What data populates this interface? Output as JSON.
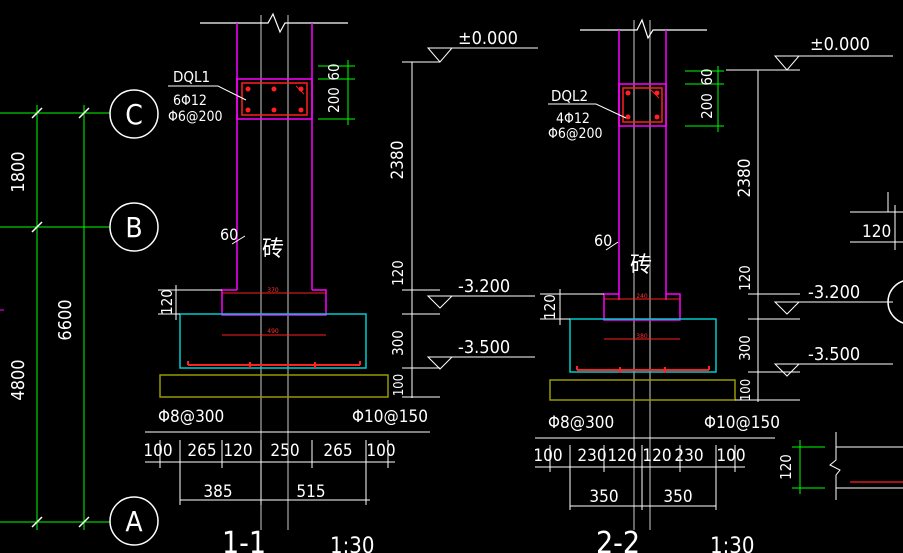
{
  "colors": {
    "background": "#000000",
    "wall": "#ff00ff",
    "foundation": "#00cccc",
    "bedding": "#999900",
    "dimension": "#00ff00",
    "rebar": "#ff2020",
    "text": "#ffffff"
  },
  "axes": {
    "a": "A",
    "b": "B",
    "c": "C"
  },
  "left_dims": {
    "ab": "4800",
    "bc": "1800",
    "total": "6600"
  },
  "section1": {
    "beam_label": "DQL1",
    "beam_main_bar": "6Φ12",
    "beam_stirrup": "Φ6@200",
    "beam_height": "200",
    "beam_cover": "60",
    "material": "砖",
    "offset": "60",
    "level_top": "±0.000",
    "level_mid": "-3.200",
    "level_bot": "-3.500",
    "height_wall": "2380",
    "height_step": "120",
    "height_footing": "300",
    "height_bed": "100",
    "step_left_height": "120",
    "step_width": "370",
    "footing_top_width": "490",
    "bar_left": "Φ8@300",
    "bar_right": "Φ10@150",
    "dims_row": [
      "100",
      "265",
      "120",
      "250",
      "265",
      "100"
    ],
    "dims_halves": [
      "385",
      "515"
    ],
    "title": "1-1",
    "scale": "1:30"
  },
  "section2": {
    "beam_label": "DQL2",
    "beam_main_bar": "4Φ12",
    "beam_stirrup": "Φ6@200",
    "beam_height": "200",
    "beam_cover": "60",
    "material": "砖",
    "offset": "60",
    "level_top": "±0.000",
    "level_mid": "-3.200",
    "level_bot": "-3.500",
    "height_wall": "2380",
    "height_step": "120",
    "height_footing": "300",
    "height_bed": "100",
    "step_left_height": "120",
    "step_width": "240",
    "footing_top_width": "380",
    "bar_left": "Φ8@300",
    "bar_right": "Φ10@150",
    "dims_row": [
      "100",
      "230",
      "120",
      "120",
      "230",
      "100"
    ],
    "dims_halves": [
      "350",
      "350"
    ],
    "title": "2-2",
    "scale": "1:30"
  },
  "right_partial": {
    "dim_a": "120",
    "dim_b": "120"
  }
}
